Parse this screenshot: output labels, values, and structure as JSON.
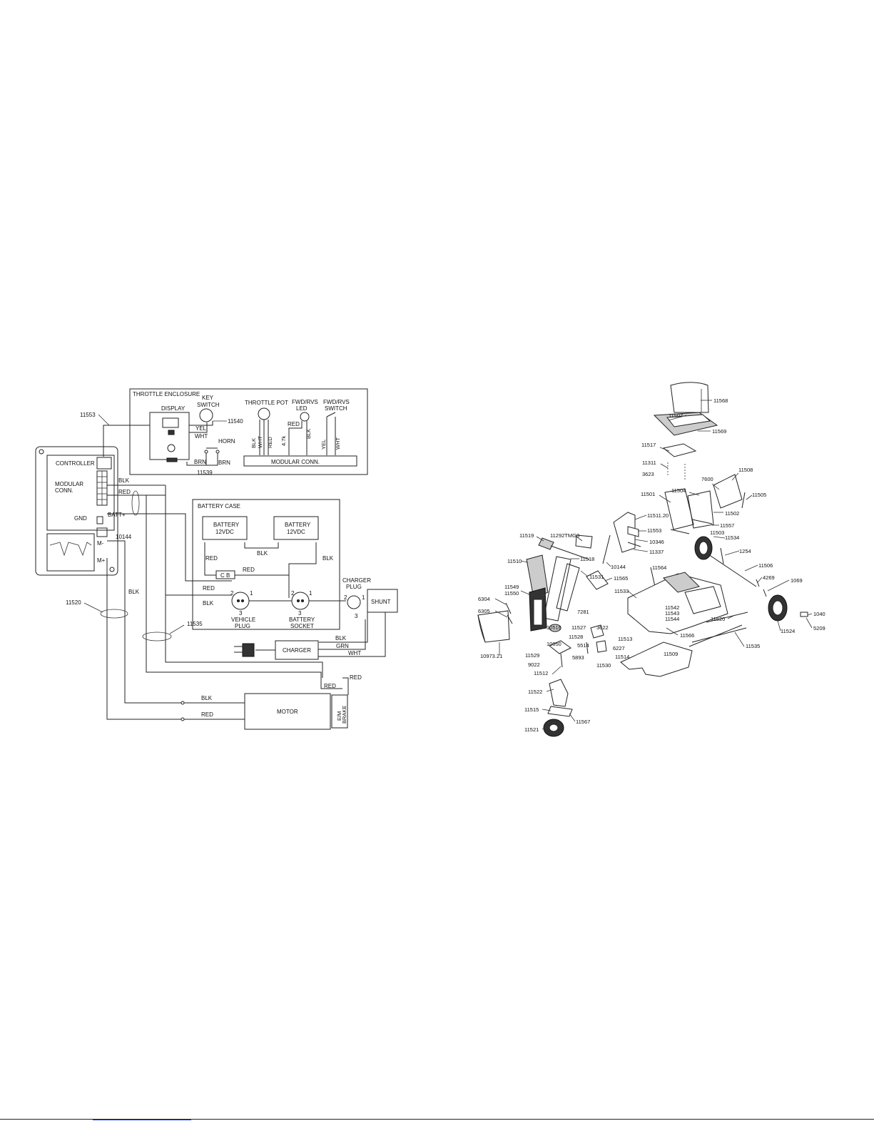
{
  "wiring": {
    "throttle_enclosure": "THROTTLE ENCLOSURE",
    "display": "DISPLAY",
    "key_switch": [
      "KEY",
      "SWITCH"
    ],
    "throttle_pot": "THROTTLE POT",
    "fwd_rvs_led": [
      "FWD/RVS",
      "LED"
    ],
    "fwd_rvs_switch": [
      "FWD/RVS",
      "SWITCH"
    ],
    "horn": "HORN",
    "modular_conn_bar": "MODULAR CONN.",
    "controller": "CONTROLLER",
    "modular_conn": [
      "MODULAR",
      "CONN."
    ],
    "gnd": "GND",
    "batt_plus": "BATT+",
    "m_minus": "M-",
    "m_plus": "M+",
    "battery_case": "BATTERY CASE",
    "battery": "BATTERY",
    "v12": "12VDC",
    "cb": "C B",
    "vehicle_plug": [
      "VEHICLE",
      "PLUG"
    ],
    "battery_socket": [
      "BATTERY",
      "SOCKET"
    ],
    "charger_plug": [
      "CHARGER",
      "PLUG"
    ],
    "shunt": "SHUNT",
    "charger": "CHARGER",
    "motor": "MOTOR",
    "em_brake": [
      "E/M",
      "BRAKE"
    ],
    "wires": {
      "yel": "YEL",
      "wht": "WHT",
      "brn": "BRN",
      "blk": "BLK",
      "red": "RED",
      "grn": "GRN",
      "k47": "4.7k"
    },
    "pins": [
      "1",
      "2",
      "3"
    ],
    "callouts": {
      "c11553": "11553",
      "c11540": "11540",
      "c11539": "11539",
      "c10144": "10144",
      "c11520": "11520",
      "c11535": "11535"
    }
  },
  "parts": [
    "11568",
    "11507",
    "11569",
    "11517",
    "11311",
    "3623",
    "7600",
    "11508",
    "11504",
    "11501",
    "11505",
    "11502",
    "11557",
    "11503",
    "11534",
    "11511.20",
    "11553",
    "10346",
    "11337",
    "11519",
    "11292TMG3",
    "11518",
    "10144",
    "1254",
    "11506",
    "4269",
    "1069",
    "11510",
    "11564",
    "11531",
    "11565",
    "11533",
    "11549",
    "11550",
    "6304",
    "6305",
    "11542",
    "11543",
    "11544",
    "1040",
    "5209",
    "11524",
    "11566",
    "7281",
    "11520",
    "10516",
    "11527",
    "3622",
    "11528",
    "11513",
    "10050",
    "5514",
    "6227",
    "11535",
    "11529",
    "9022",
    "5893",
    "11530",
    "11514",
    "11509",
    "10973.21",
    "11512",
    "11522",
    "11515",
    "11567",
    "11521"
  ],
  "icons": [
    "wiring-schematic",
    "exploded-parts-view"
  ]
}
